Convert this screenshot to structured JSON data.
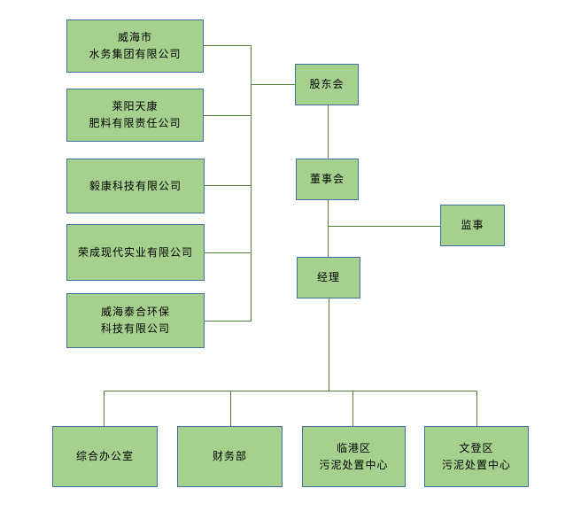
{
  "diagram_title": "organization-chart",
  "colors": {
    "box_fill": "#a5d08e",
    "box_border": "#41719c",
    "line": "#538135",
    "text": "#000000",
    "background": "#ffffff"
  },
  "nodes": {
    "org1": "威海市\n水务集团有限公司",
    "org2": "莱阳天康\n肥料有限责任公司",
    "org3": "毅康科技有限公司",
    "org4": "荣成现代实业有限公司",
    "org5": "威海泰合环保\n科技有限公司",
    "shareholders_meeting": "股东会",
    "board_of_directors": "董事会",
    "supervisor": "监事",
    "manager": "经理",
    "general_office": "综合办公室",
    "finance_dept": "财务部",
    "lingang_center": "临港区\n污泥处置中心",
    "wendeng_center": "文登区\n污泥处置中心"
  }
}
